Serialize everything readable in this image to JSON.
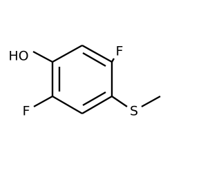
{
  "molecule": {
    "atoms": {
      "hydroxyl": "HO",
      "fluorine_top": "F",
      "fluorine_bottom": "F",
      "sulfur": "S"
    }
  }
}
